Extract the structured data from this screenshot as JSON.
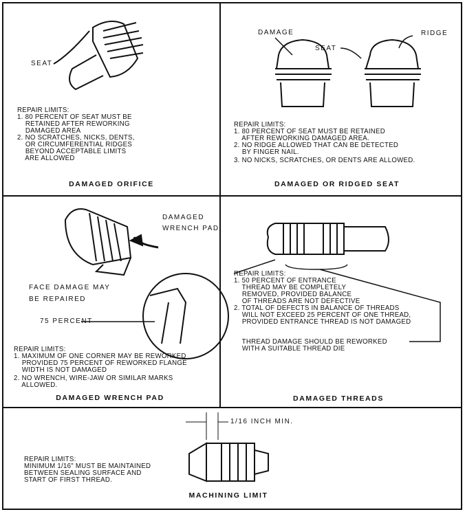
{
  "panels": {
    "orifice": {
      "seat_label": "SEAT",
      "limits": [
        "REPAIR LIMITS:",
        "1. 80 PERCENT OF SEAT MUST BE",
        "    RETAINED AFTER REWORKING",
        "    DAMAGED AREA",
        "2. NO SCRATCHES, NICKS, DENTS,",
        "    OR CIRCUMFERENTIAL RIDGES",
        "    BEYOND ACCEPTABLE LIMITS",
        "    ARE ALLOWED"
      ],
      "title": "DAMAGED ORIFICE"
    },
    "seat": {
      "damage_label": "DAMAGE",
      "seat_label": "SEAT",
      "ridge_label": "RIDGE",
      "limits": [
        "REPAIR LIMITS:",
        "1. 80 PERCENT OF SEAT MUST BE RETAINED",
        "    AFTER REWORKING DAMAGED AREA.",
        "2. NO RIDGE ALLOWED THAT CAN BE DETECTED",
        "    BY FINGER NAIL.",
        "3. NO NICKS, SCRATCHES, OR DENTS ARE ALLOWED."
      ],
      "title": "DAMAGED OR RIDGED SEAT"
    },
    "wrench": {
      "damaged_label": "DAMAGED",
      "wrench_pad_label": "WRENCH PAD",
      "face_damage_label": "FACE DAMAGE MAY",
      "be_repaired_label": "BE REPAIRED",
      "percent_label": "75 PERCENT",
      "limits": [
        "REPAIR LIMITS:",
        "1. MAXIMUM OF ONE CORNER MAY BE REWORKED",
        "    PROVIDED 75 PERCENT OF REWORKED FLANGE",
        "    WIDTH IS NOT DAMAGED",
        "2. NO WRENCH, WIRE-JAW OR SIMILAR MARKS",
        "    ALLOWED."
      ],
      "title": "DAMAGED WRENCH PAD"
    },
    "threads": {
      "limits": [
        "REPAIR LIMITS:",
        "1. 50 PERCENT OF ENTRANCE",
        "    THREAD MAY BE COMPLETELY",
        "    REMOVED, PROVIDED BALANCE",
        "    OF THREADS ARE NOT DEFECTIVE",
        "2. TOTAL OF DEFECTS IN BALANCE OF THREADS",
        "    WILL NOT EXCEED 25 PERCENT OF ONE THREAD,",
        "    PROVIDED ENTRANCE THREAD IS NOT DAMAGED",
        "",
        "    THREAD DAMAGE SHOULD BE REWORKED",
        "    WITH A SUITABLE THREAD DIE"
      ],
      "title": "DAMAGED THREADS"
    },
    "machining": {
      "dimension_label": "1/16 INCH MIN.",
      "limits": [
        "REPAIR LIMITS:",
        "MINIMUM 1/16\" MUST BE MAINTAINED",
        "BETWEEN SEALING SURFACE AND",
        "START OF FIRST THREAD."
      ],
      "title": "MACHINING LIMIT"
    }
  }
}
